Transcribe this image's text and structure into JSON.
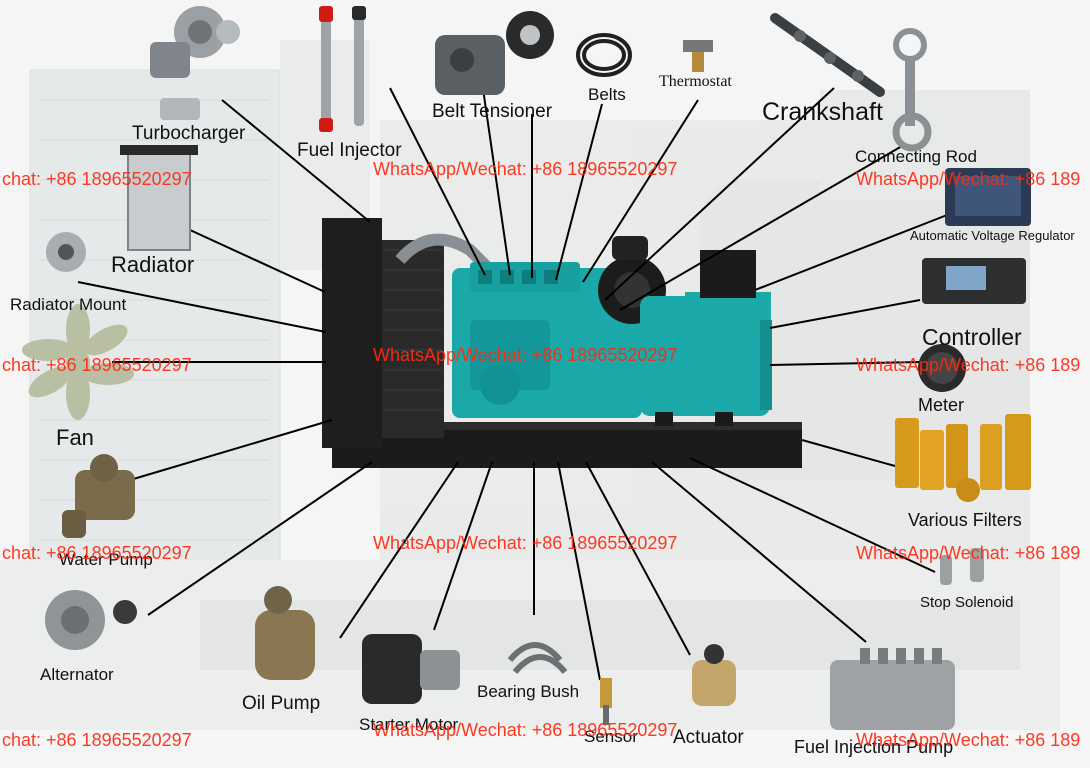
{
  "labels": {
    "turbocharger": "Turbocharger",
    "fuel_injector": "Fuel Injector",
    "belt_tensioner": "Belt Tensioner",
    "belts": "Belts",
    "thermostat": "Thermostat",
    "crankshaft": "Crankshaft",
    "connecting_rod": "Connecting Rod",
    "avr": "Automatic Voltage Regulator",
    "radiator": "Radiator",
    "radiator_mount": "Radiator Mount",
    "controller": "Controller",
    "meter": "Meter",
    "fan": "Fan",
    "various_filters": "Various Filters",
    "water_pump": "Water Pump",
    "stop_solenoid": "Stop Solenoid",
    "alternator": "Alternator",
    "oil_pump": "Oil Pump",
    "starter_motor": "Starter Motor",
    "bearing_bush": "Bearing Bush",
    "sensor": "Sensor",
    "actuator": "Actuator",
    "fuel_injection_pump": "Fuel Injection Pump"
  },
  "watermark": {
    "full": "WhatsApp/Wechat: +86 18965520297",
    "left_clip": "chat: +86 18965520297",
    "right_clip": "WhatsApp/Wechat: +86 189"
  },
  "colors": {
    "engine": "#1aa8a8",
    "frame": "#1b1b1b",
    "watermark": "#ff2a12",
    "leader": "#000000"
  }
}
